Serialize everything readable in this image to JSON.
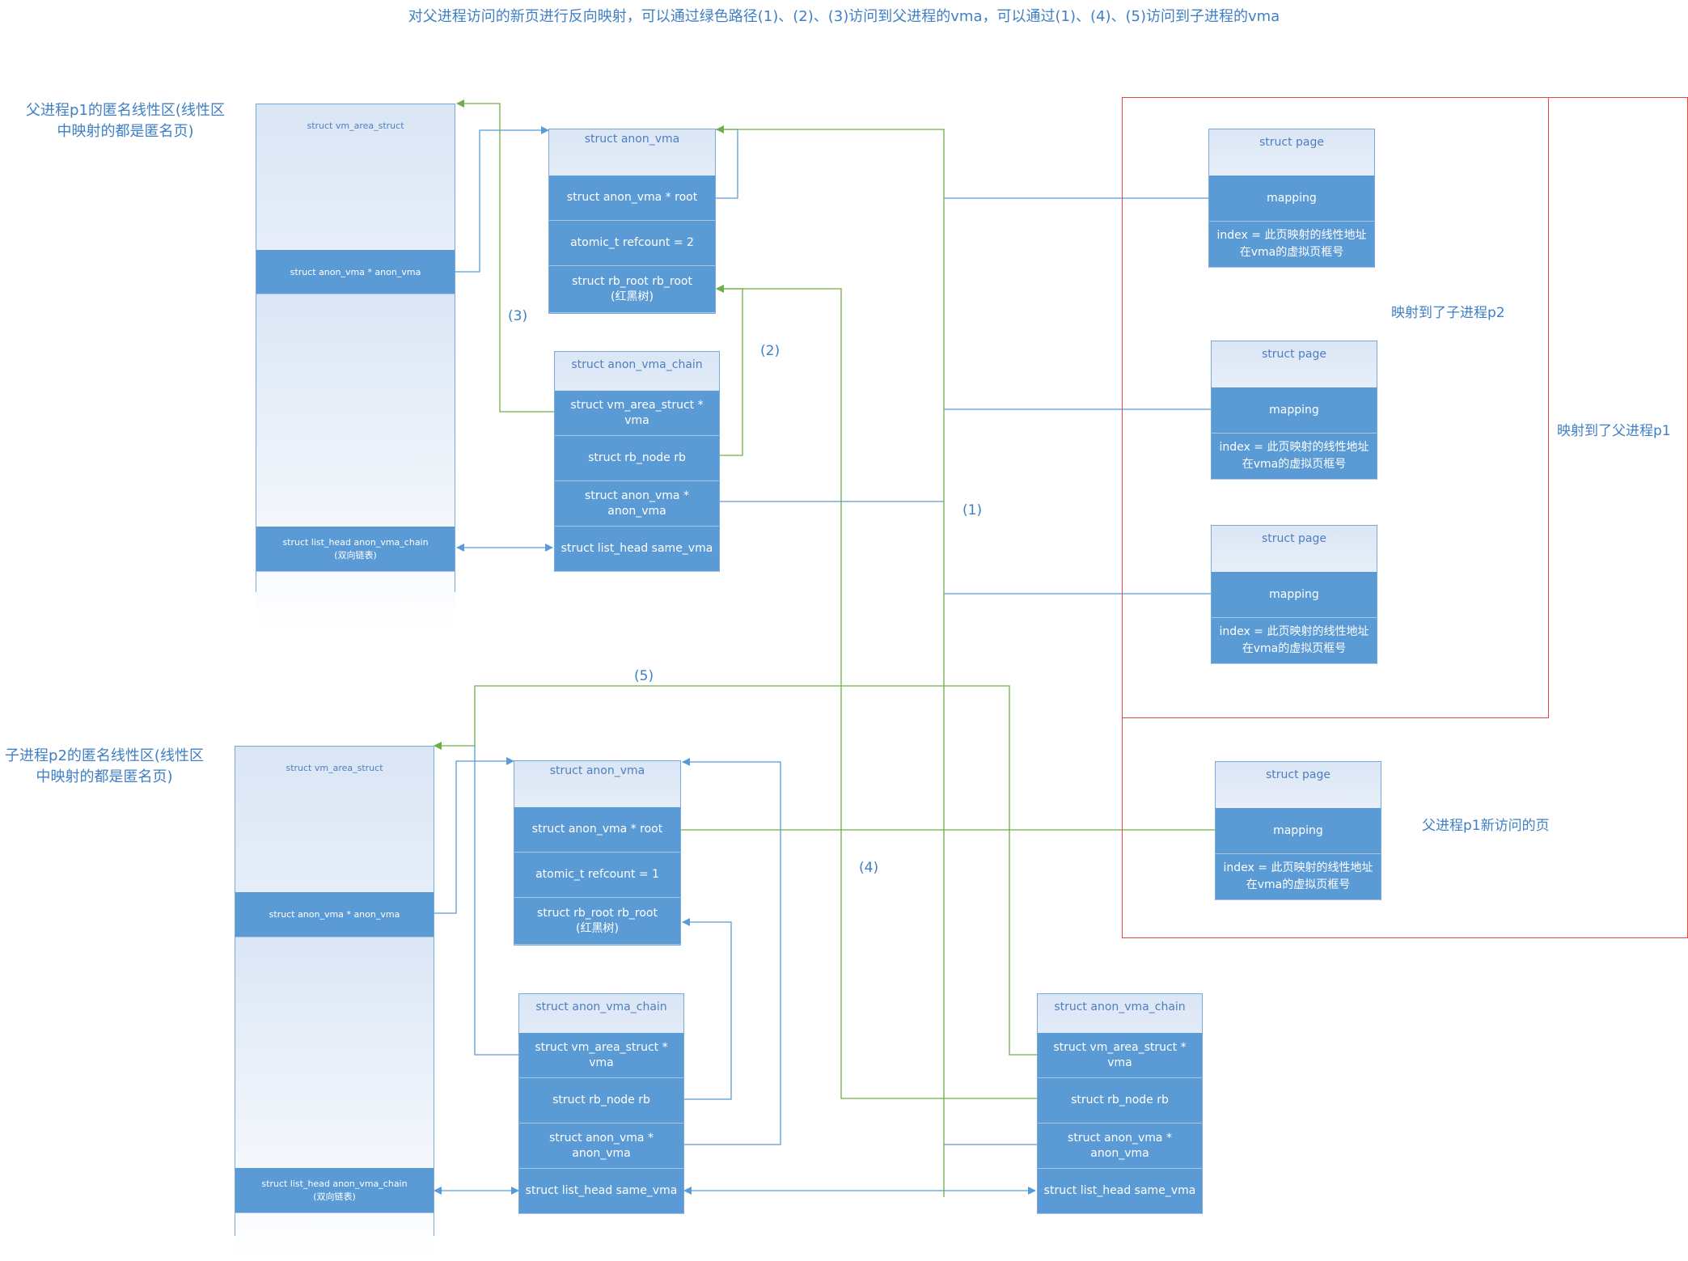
{
  "title": "对父进程访问的新页进行反向映射，可以通过绿色路径(1)、(2)、(3)访问到父进程的vma，可以通过(1)、(4)、(5)访问到子进程的vma",
  "labels": {
    "parent_vma": "父进程p1的匿名线性区(线性区中映射的都是匿名页)",
    "child_vma": "子进程p2的匿名线性区(线性区中映射的都是匿名页)",
    "mapped_p2": "映射到了子进程p2",
    "mapped_p1": "映射到了父进程p1",
    "new_page": "父进程p1新访问的页"
  },
  "paths": [
    "(1)",
    "(2)",
    "(3)",
    "(4)",
    "(5)"
  ],
  "vm_area_struct": {
    "header": "struct vm_area_struct",
    "anon_vma": "struct anon_vma * anon_vma",
    "chain": "struct list_head anon_vma_chain\n(双向链表)"
  },
  "anon_vma": {
    "header": "struct anon_vma",
    "root": "struct anon_vma * root",
    "refcount_parent": "atomic_t  refcount = 2",
    "refcount_child": "atomic_t  refcount = 1",
    "rb_root": "struct rb_root rb_root\n(红黑树)"
  },
  "anon_vma_chain": {
    "header": "struct anon_vma_chain",
    "vma": "struct vm_area_struct * vma",
    "rb": "struct rb_node rb",
    "anon_vma": "struct anon_vma * anon_vma",
    "same_vma": "struct list_head same_vma"
  },
  "page": {
    "header": "struct page",
    "mapping": "mapping",
    "index": "index = 此页映射的线性地址\n在vma的虚拟页框号"
  },
  "colors": {
    "blue_line": "#5b9bd5",
    "green_line": "#70ad47",
    "red_frame": "#e04848",
    "field_fill": "#5b9bd5"
  }
}
